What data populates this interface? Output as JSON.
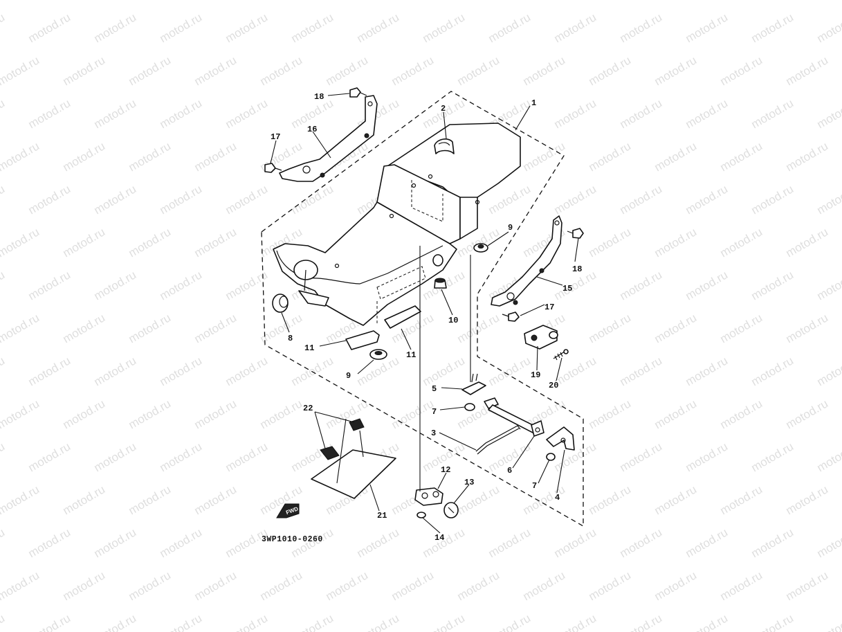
{
  "watermark": "motod.ru",
  "drawing_code": "3WP1010-0260",
  "fwd_label": "FWD",
  "callouts": {
    "c1": "1",
    "c2": "2",
    "c3": "3",
    "c4": "4",
    "c5": "5",
    "c6": "6",
    "c7a": "7",
    "c7b": "7",
    "c8": "8",
    "c9a": "9",
    "c9b": "9",
    "c10": "10",
    "c11a": "11",
    "c11b": "11",
    "c12": "12",
    "c13": "13",
    "c14": "14",
    "c15": "15",
    "c16": "16",
    "c17a": "17",
    "c17b": "17",
    "c18a": "18",
    "c18b": "18",
    "c19": "19",
    "c20": "20",
    "c21": "21",
    "c22": "22"
  }
}
